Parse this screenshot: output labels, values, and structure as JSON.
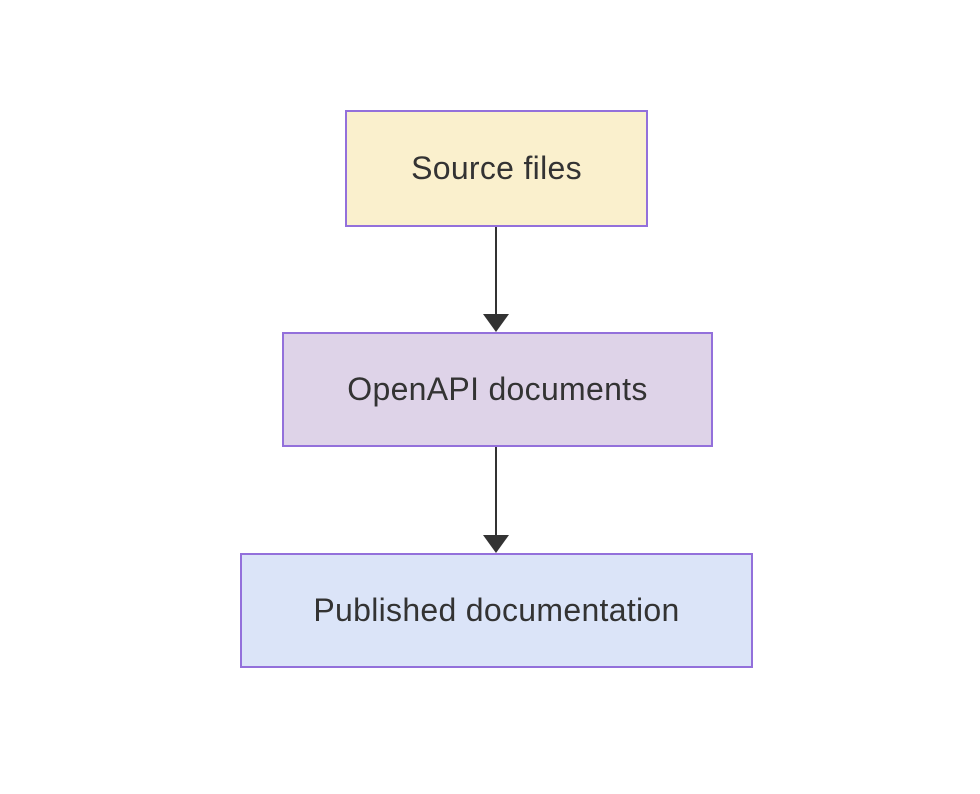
{
  "diagram": {
    "background_color": "#ffffff",
    "border_color": "#9370db",
    "text_color": "#333333",
    "arrow_color": "#333333",
    "nodes": [
      {
        "id": "source",
        "label": "Source files",
        "fill": "#faf0cd",
        "border": "#9370db",
        "text_color": "#333333"
      },
      {
        "id": "openapi",
        "label": "OpenAPI documents",
        "fill": "#ded3e8",
        "border": "#9370db",
        "text_color": "#333333"
      },
      {
        "id": "published",
        "label": "Published documentation",
        "fill": "#dbe4f8",
        "border": "#9370db",
        "text_color": "#333333"
      }
    ],
    "edges": [
      {
        "from": "source",
        "to": "openapi",
        "style": "solid-arrow"
      },
      {
        "from": "openapi",
        "to": "published",
        "style": "solid-arrow"
      }
    ]
  }
}
